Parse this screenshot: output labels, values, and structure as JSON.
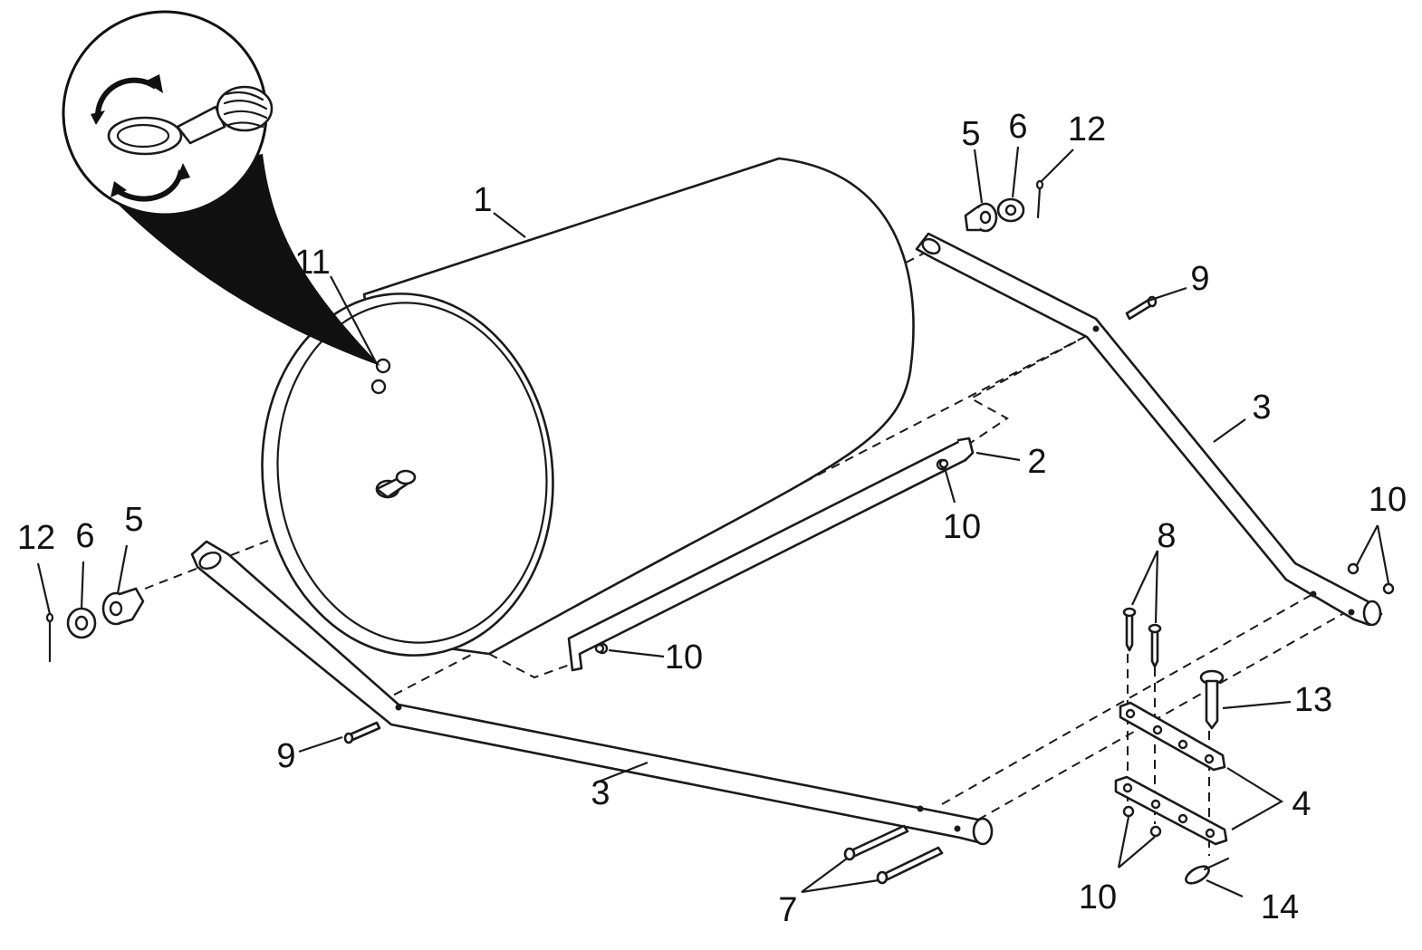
{
  "callouts": {
    "c1": "1",
    "c2": "2",
    "c3_right": "3",
    "c3_left": "3",
    "c4": "4",
    "c5_left": "5",
    "c5_right": "5",
    "c6_left": "6",
    "c6_right": "6",
    "c7": "7",
    "c8": "8",
    "c9_left": "9",
    "c9_right": "9",
    "c10_brace_top": "10",
    "c10_brace_bottom": "10",
    "c10_right_handle": "10",
    "c10_plates": "10",
    "c11": "11",
    "c12_left": "12",
    "c12_right": "12",
    "c13": "13",
    "c14": "14"
  },
  "icons": {
    "inset": "drain-plug-detail-icon",
    "rotate": "rotate-arrows-icon"
  }
}
